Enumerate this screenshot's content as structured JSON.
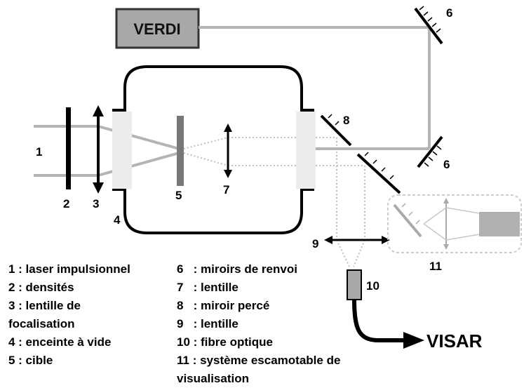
{
  "source_box": "VERDI",
  "visar_label": "VISAR",
  "numbers": {
    "n1": "1",
    "n2": "2",
    "n3": "3",
    "n4": "4",
    "n5": "5",
    "n6a": "6",
    "n6b": "6",
    "n7": "7",
    "n8": "8",
    "n9": "9",
    "n10": "10",
    "n11": "11"
  },
  "legend_left": [
    "1 : laser impulsionnel",
    "2 : densités",
    "3 : lentille de",
    "focalisation",
    "4 : enceinte à vide",
    "5 : cible"
  ],
  "legend_right": [
    "6   : miroirs de renvoi",
    "7   : lentille",
    "8   : miroir percé",
    "9   : lentille",
    "10 : fibre optique",
    "11 : système escamotable de",
    "visualisation"
  ],
  "colors": {
    "beam": "#b4b4b4",
    "verdi_fill": "#a8a8a8",
    "window": "#ececec",
    "target": "#777777",
    "hatch": "#8a8a8a"
  }
}
